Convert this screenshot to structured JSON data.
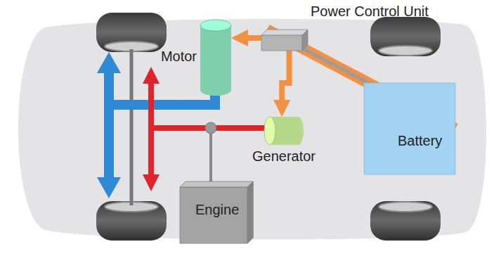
{
  "diagram": {
    "nodes": [
      {
        "text": [
          "Power Control Unit"
        ]
      },
      {
        "text": [
          "Motor"
        ]
      },
      {
        "text": [
          "Generator"
        ]
      },
      {
        "text": [
          "Engine"
        ]
      },
      {
        "text": [
          "Battery"
        ]
      }
    ],
    "edges": [
      {
        "from": 4,
        "to": 0,
        "arrow": "none"
      },
      {
        "from": 0,
        "to": 1,
        "arrow": "to"
      },
      {
        "from": 0,
        "to": 2,
        "arrow": "to"
      }
    ]
  }
}
